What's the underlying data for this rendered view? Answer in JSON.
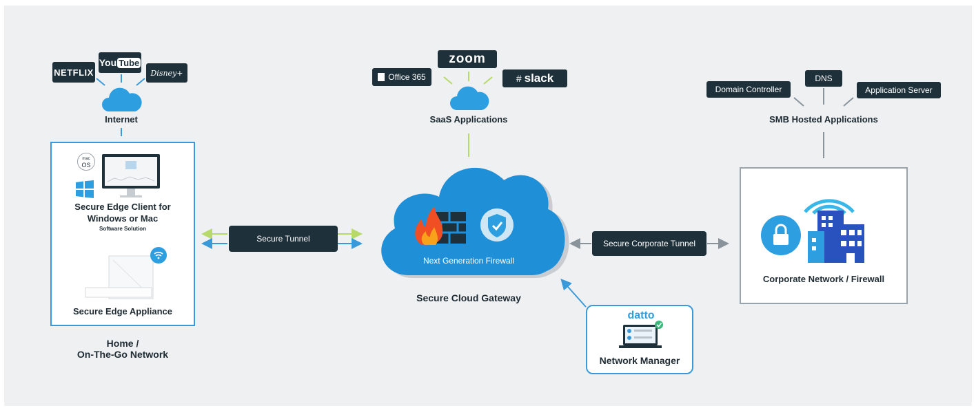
{
  "colors": {
    "background": "#eef0f2",
    "dark": "#1e313b",
    "cloud_blue": "#1f8fd8",
    "accent_blue": "#3a9ad9",
    "lime": "#b6d96a",
    "grey_border": "#9aa3a9"
  },
  "internet": {
    "label": "Internet",
    "logos": {
      "netflix": "NETFLIX",
      "youtube_you": "You",
      "youtube_tube": "Tube",
      "disney": "Disney+"
    }
  },
  "saas": {
    "label": "SaaS Applications",
    "logos": {
      "zoom": "zoom",
      "office": "Office 365",
      "slack": "slack"
    }
  },
  "smb": {
    "label": "SMB Hosted Applications",
    "chips": {
      "domain_controller": "Domain Controller",
      "dns": "DNS",
      "app_server": "Application Server"
    }
  },
  "home": {
    "client_title_line1": "Secure Edge Client for",
    "client_title_line2": "Windows or Mac",
    "client_subtitle": "Software Solution",
    "macos_badge_top": "mac",
    "macos_badge_bottom": "OS",
    "appliance_label": "Secure Edge Appliance",
    "network_label_line1": "Home /",
    "network_label_line2": "On-The-Go Network"
  },
  "tunnels": {
    "secure_tunnel": "Secure Tunnel",
    "corporate_tunnel": "Secure Corporate Tunnel"
  },
  "gateway": {
    "firewall_label": "Next Generation Firewall",
    "label": "Secure Cloud Gateway"
  },
  "corporate": {
    "label": "Corporate Network / Firewall"
  },
  "manager": {
    "brand": "datto",
    "label": "Network Manager"
  }
}
